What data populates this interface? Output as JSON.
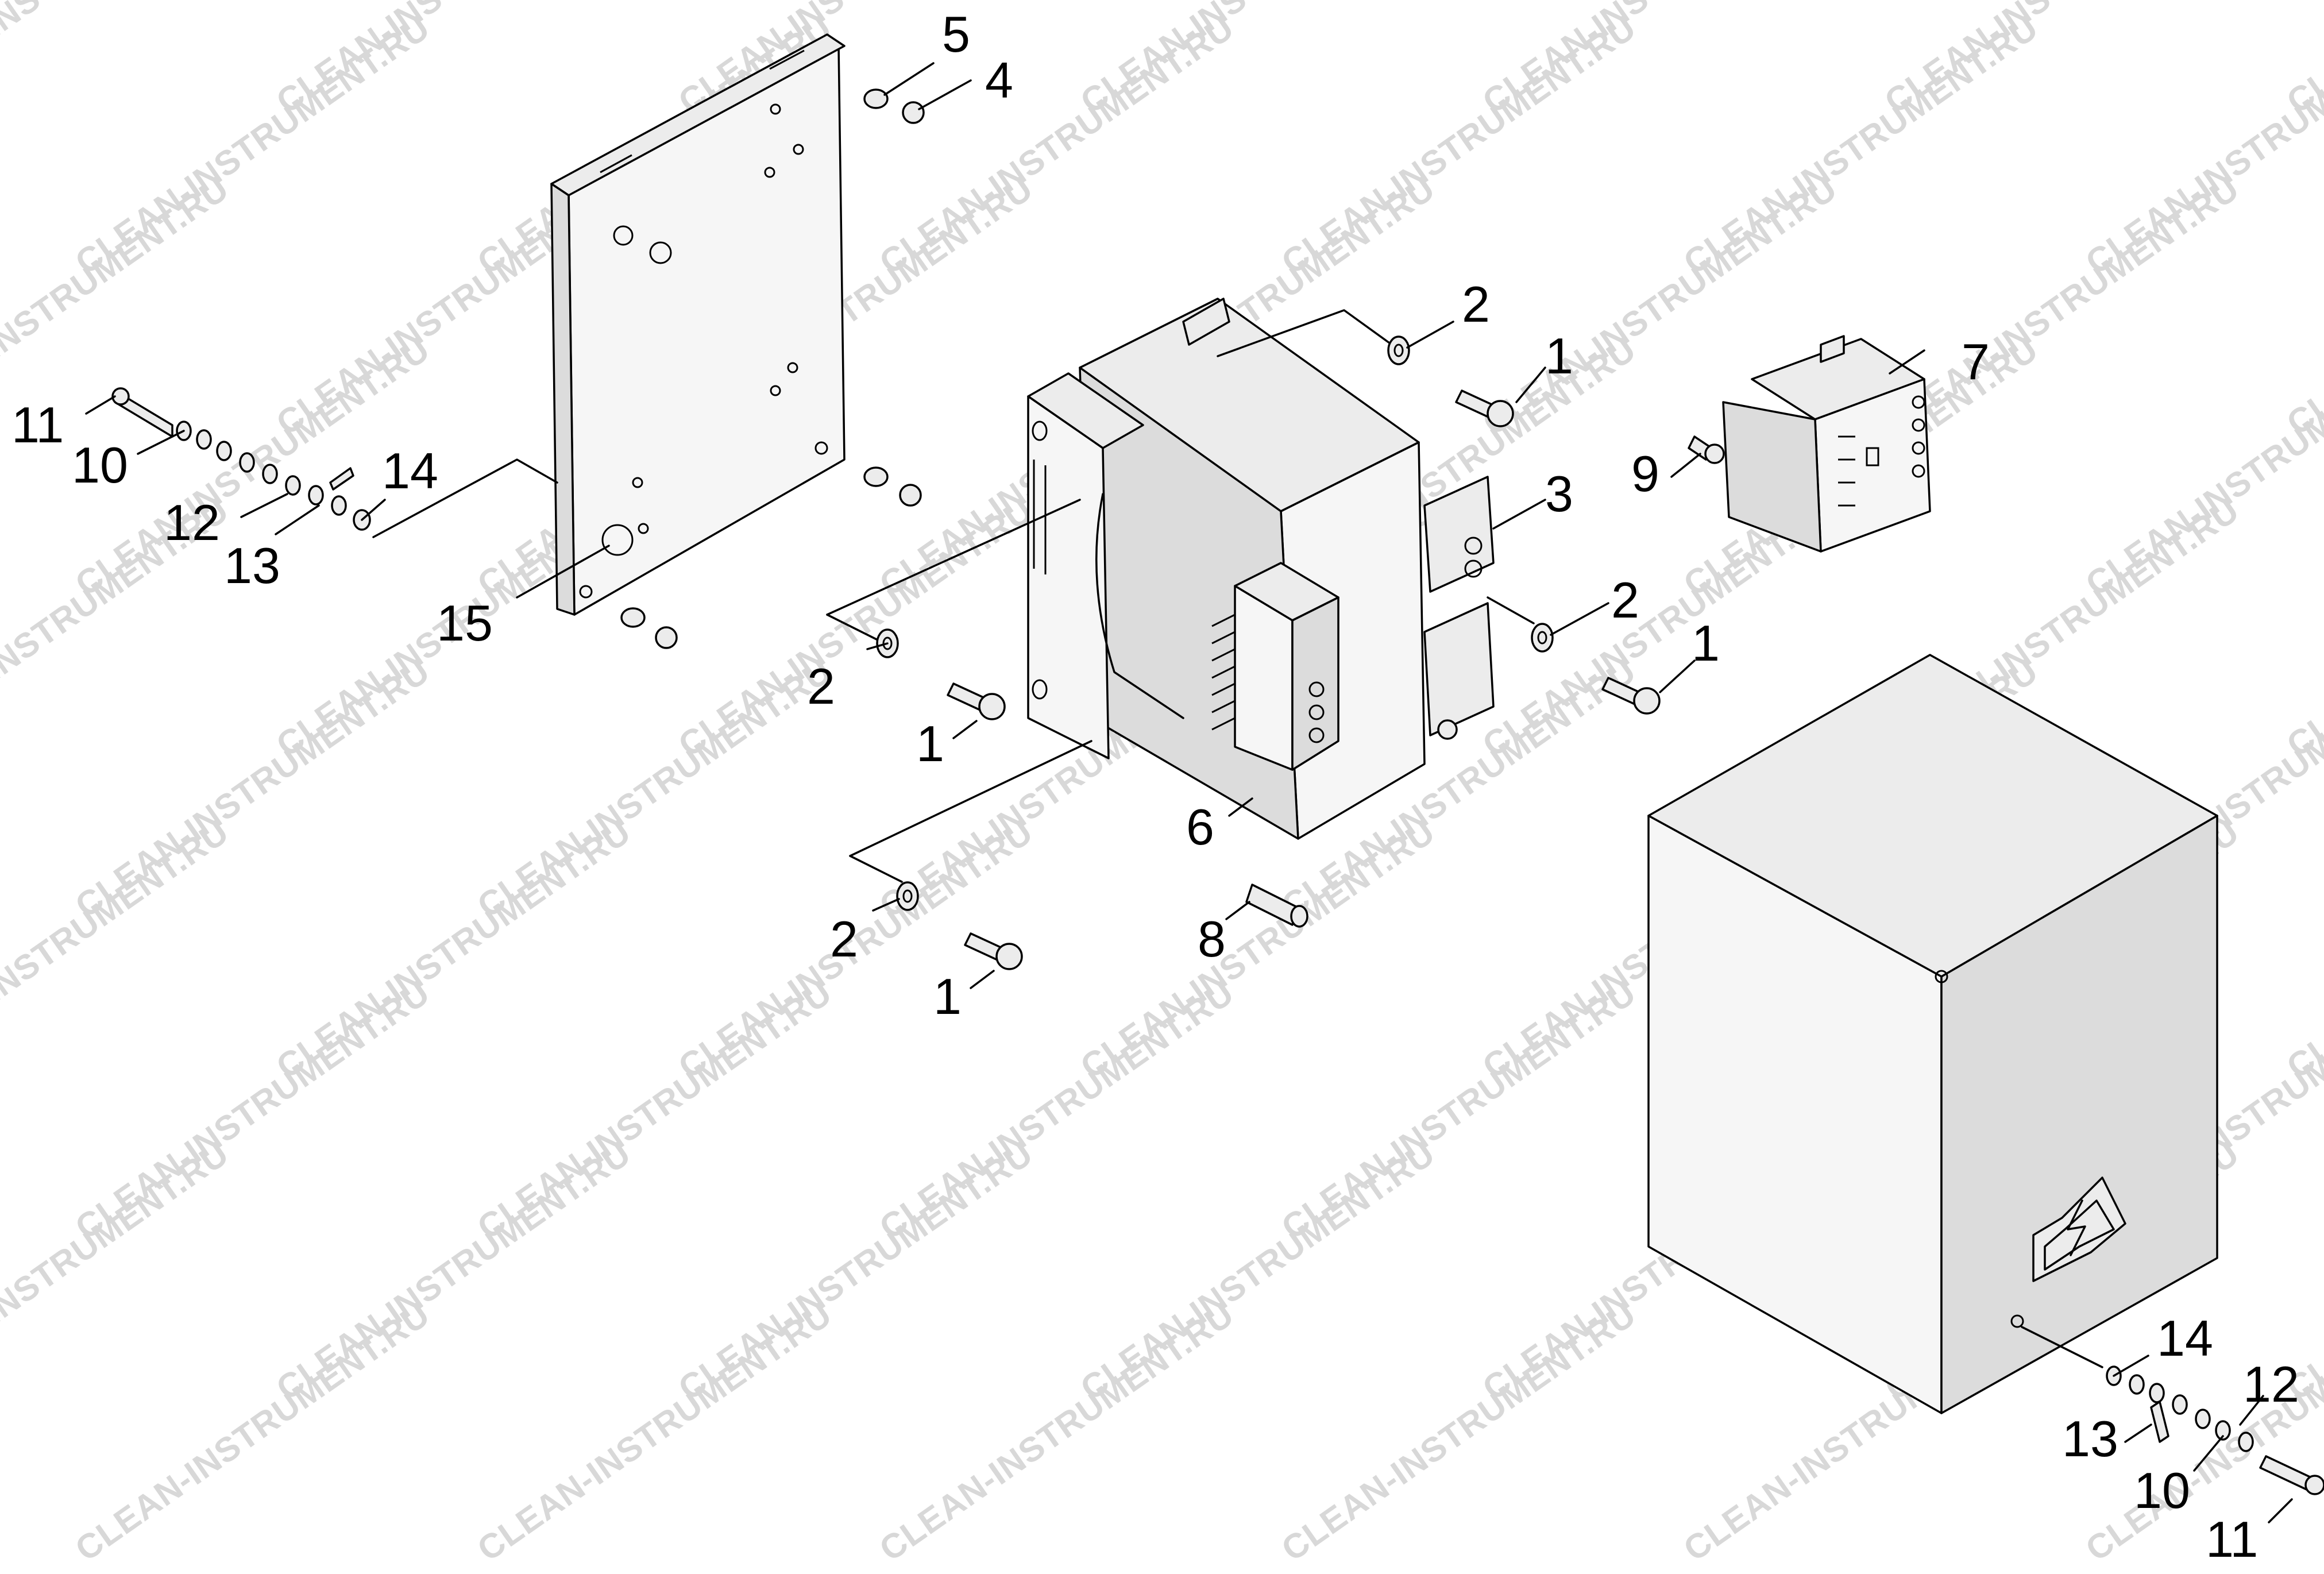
{
  "watermark": "CLEAN-INSTRUMENT.RU",
  "callouts": {
    "c1": "1",
    "c2": "2",
    "c3": "3",
    "c4": "4",
    "c5": "5",
    "c6": "6",
    "c7": "7",
    "c8": "8",
    "c9": "9",
    "c10": "10",
    "c11": "11",
    "c12": "12",
    "c13": "13",
    "c14": "14",
    "c15": "15"
  },
  "warning_symbol": "high-voltage-icon"
}
